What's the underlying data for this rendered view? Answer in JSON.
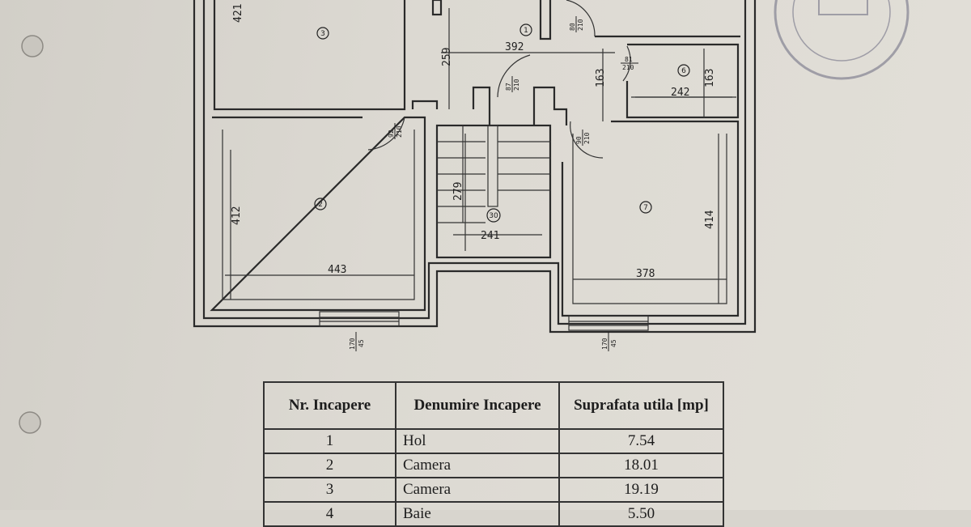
{
  "plan": {
    "rooms": [
      {
        "id": "1",
        "dims": [
          "392",
          "259",
          "163"
        ]
      },
      {
        "id": "2",
        "dims": [
          "412",
          "443"
        ]
      },
      {
        "id": "3",
        "dims": [
          "421"
        ]
      },
      {
        "id": "6",
        "dims": [
          "242",
          "163"
        ]
      },
      {
        "id": "7",
        "dims": [
          "414",
          "378"
        ]
      },
      {
        "id": "30",
        "dims": [
          "279",
          "241"
        ]
      }
    ],
    "doors": [
      {
        "w": "92",
        "h": "210"
      },
      {
        "w": "87",
        "h": "210"
      },
      {
        "w": "90",
        "h": "210"
      },
      {
        "w": "80",
        "h": "210"
      },
      {
        "w": "81",
        "h": "210"
      }
    ],
    "windows": [
      {
        "w": "170",
        "h": "45"
      },
      {
        "w": "170",
        "h": "45"
      }
    ]
  },
  "table": {
    "headers": [
      "Nr. Incapere",
      "Denumire Incapere",
      "Suprafata utila [mp]"
    ],
    "rows": [
      [
        "1",
        "Hol",
        "7.54"
      ],
      [
        "2",
        "Camera",
        "18.01"
      ],
      [
        "3",
        "Camera",
        "19.19"
      ],
      [
        "4",
        "Baie",
        "5.50"
      ]
    ]
  }
}
